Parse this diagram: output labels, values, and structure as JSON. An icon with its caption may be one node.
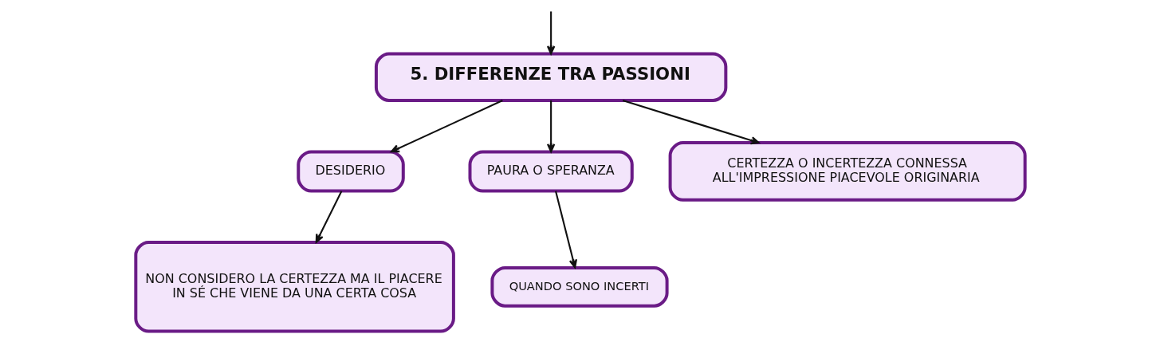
{
  "diagram": {
    "nodes": [
      {
        "text": [
          "5. DIFFERENZE TRA PASSIONI"
        ]
      },
      {
        "text": [
          "DESIDERIO"
        ]
      },
      {
        "text": [
          "PAURA O SPERANZA"
        ]
      },
      {
        "text": [
          "CERTEZZA O INCERTEZZA CONNESSA ALL'IMPRESSIONE PIACEVOLE ORIGINARIA"
        ]
      },
      {
        "text": [
          "NON CONSIDERO LA CERTEZZA MA IL PIACERE IN SÉ CHE VIENE DA UNA CERTA COSA"
        ]
      },
      {
        "text": [
          "QUANDO SONO INCERTI"
        ]
      }
    ],
    "edges": [
      {
        "from": null,
        "to": 0,
        "arrow": "to"
      },
      {
        "from": 0,
        "to": 1,
        "arrow": "to"
      },
      {
        "from": 0,
        "to": 2,
        "arrow": "to"
      },
      {
        "from": 0,
        "to": 3,
        "arrow": "to"
      },
      {
        "from": 1,
        "to": 4,
        "arrow": "to"
      },
      {
        "from": 2,
        "to": 5,
        "arrow": "to"
      }
    ]
  }
}
